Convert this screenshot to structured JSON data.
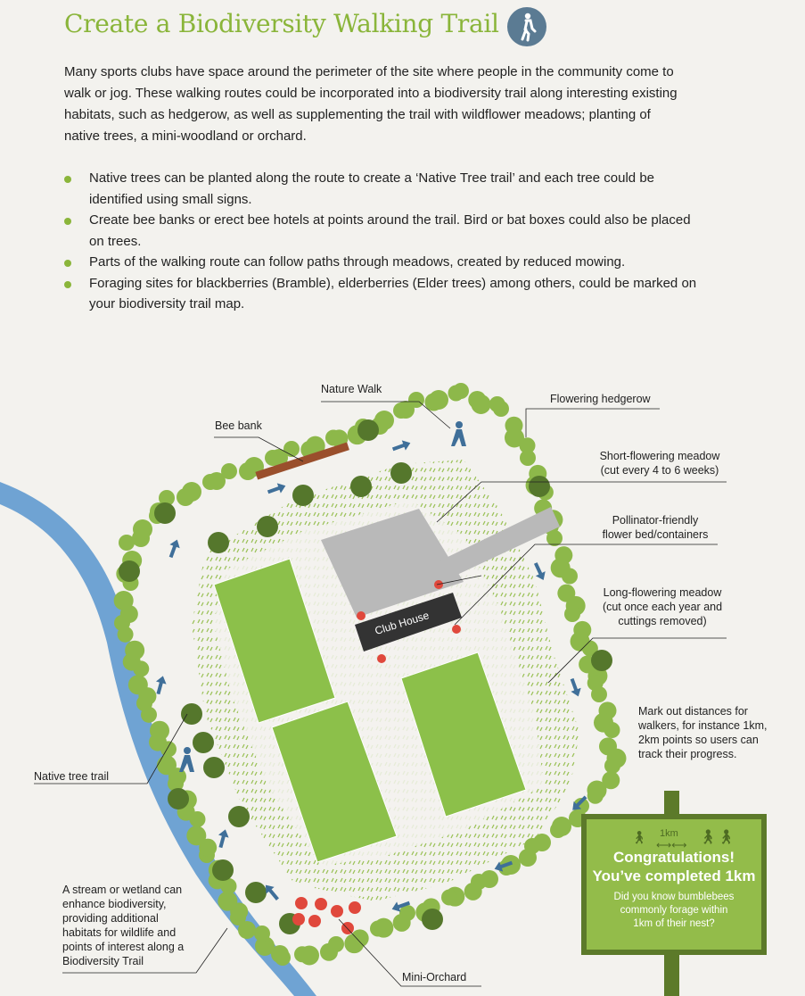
{
  "header": {
    "title": "Create a Biodiversity Walking Trail",
    "icon": "walking-person-icon"
  },
  "intro": "Many sports clubs have space around the perimeter of the site where people in the community come to walk or jog. These walking routes could be incorporated into a biodiversity trail along interesting existing habitats, such as hedgerow, as well as supplementing the trail with wildflower meadows; planting of native trees, a mini-woodland or orchard.",
  "bullets": [
    "Native trees can be planted along the route to create a ‘Native Tree trail’ and each tree could be identified using small signs.",
    "Create bee banks or erect bee hotels at points around the trail. Bird or bat boxes could also be placed on trees.",
    "Parts of the walking route can follow paths through meadows, created by reduced mowing.",
    "Foraging sites for blackberries (Bramble), elderberries (Elder trees) among others, could be marked on your biodiversity trail map."
  ],
  "map": {
    "labels": {
      "nature_walk": "Nature Walk",
      "bee_bank": "Bee bank",
      "flowering_hedgerow": "Flowering hedgerow",
      "short_meadow": [
        "Short-flowering meadow",
        "(cut every 4 to 6 weeks)"
      ],
      "pollinator": [
        "Pollinator-friendly",
        "flower bed/containers"
      ],
      "long_meadow": [
        "Long-flowering meadow",
        "(cut once each year and",
        "cuttings removed)"
      ],
      "distances": [
        "Mark out distances for",
        "walkers, for instance 1km,",
        "2km points so users can",
        "track their progress."
      ],
      "native_tree_trail": "Native tree trail",
      "stream": [
        "A stream or wetland can",
        "enhance biodiversity,",
        "providing additional",
        "habitats for wildlife and",
        "points of interest along a",
        "Biodiversity Trail"
      ],
      "mini_orchard": "Mini-Orchard",
      "club_house": "Club House"
    },
    "sign": {
      "distance": "1km",
      "heading": [
        "Congratulations!",
        "You’ve completed 1km"
      ],
      "fact": [
        "Did you know bumblebees",
        "commonly forage within",
        "1km of their nest?"
      ]
    },
    "colors": {
      "accent": "#8ab53a",
      "river": "#6fa3d3",
      "arrow": "#3f6f99",
      "pitch": "#8cc04a",
      "sign": "#93bc4a",
      "sign_border": "#5c7a2a"
    }
  }
}
